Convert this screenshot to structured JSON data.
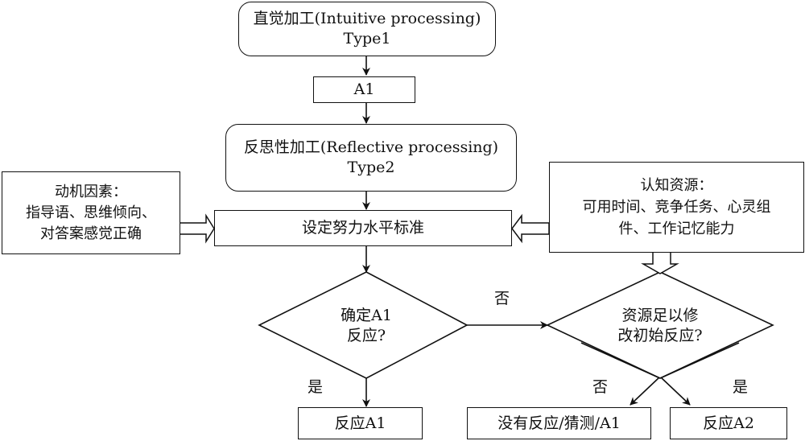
{
  "nodes": {
    "intuitive": {
      "line1": "直觉加工(Intuitive processing)",
      "line2": "Type1"
    },
    "a1": {
      "label": "A1"
    },
    "reflective": {
      "line1": "反思性加工(Reflective processing)",
      "line2": "Type2"
    },
    "motivation": {
      "line1": "动机因素：",
      "line2": "指导语、思维倾向、",
      "line3": "对答案感觉正确"
    },
    "effort": {
      "label": "设定努力水平标准"
    },
    "cognitive": {
      "line1": "认知资源：",
      "line2": "可用时间、竞争任务、心灵组",
      "line3": "件、工作记忆能力"
    },
    "decision1": {
      "line1": "确定A1",
      "line2": "反应?"
    },
    "decision2": {
      "line1": "资源足以修",
      "line2": "改初始反应?"
    },
    "respA1": {
      "label": "反应A1"
    },
    "noResp": {
      "label": "没有反应/猜测/A1"
    },
    "respA2": {
      "label": "反应A2"
    }
  },
  "edge_labels": {
    "d1_no": "否",
    "d1_yes": "是",
    "d2_no": "否",
    "d2_yes": "是"
  }
}
